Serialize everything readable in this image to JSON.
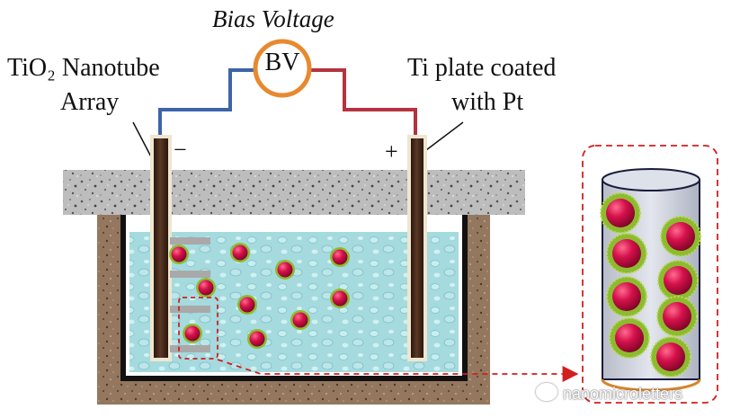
{
  "title": "Bias Voltage",
  "source": {
    "label": "BV",
    "ring_color": "#e8892f"
  },
  "left_electrode": {
    "label_line1": "TiO₂ Nanotube",
    "label_line2": "Array",
    "sign": "−"
  },
  "right_electrode": {
    "label_line1": "Ti plate coated",
    "label_line2": "with Pt",
    "sign": "+"
  },
  "watermark": "nanomicroletters",
  "colors": {
    "negative_wire": "#3d64a8",
    "positive_wire": "#b5323e",
    "electrolyte": "#9fd8db",
    "lid": "#b9b9b9",
    "container_wall": "#8c6f58",
    "electrode": "#4a2c1c",
    "nanoparticle": "#d11048",
    "nanoparticle_shell": "#8dbb2f",
    "callout": "#d21f1f"
  }
}
